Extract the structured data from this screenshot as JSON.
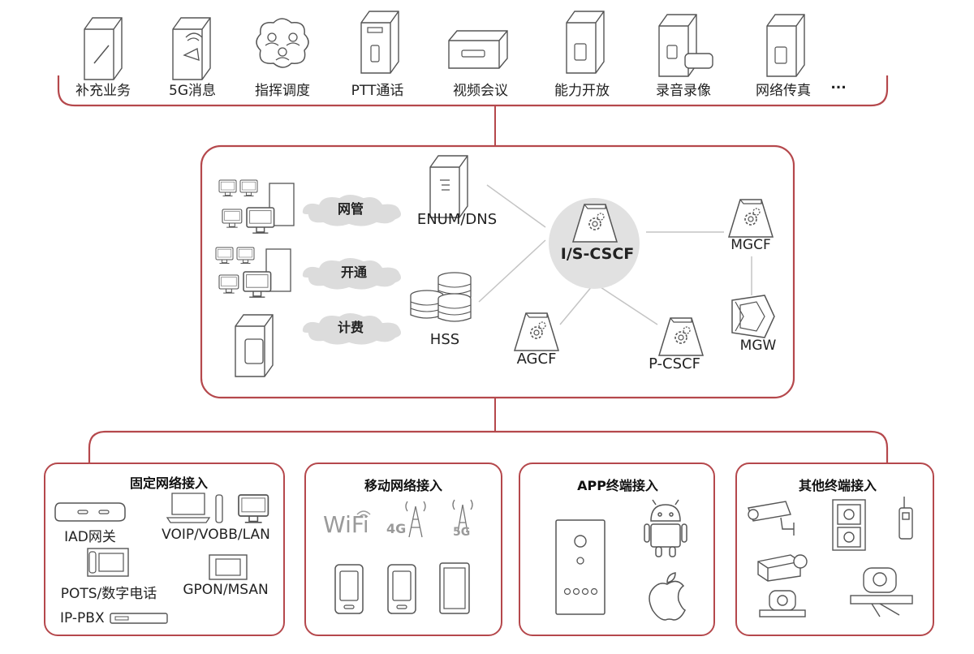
{
  "services": {
    "items": [
      "补充业务",
      "5G消息",
      "指挥调度",
      "PTT通话",
      "视频会议",
      "能力开放",
      "录音录像",
      "网络传真"
    ],
    "more": "..."
  },
  "core": {
    "clouds": [
      "网管",
      "开通",
      "计费"
    ],
    "enum_dns": "ENUM/DNS",
    "hss": "HSS",
    "cscf": "I/S-CSCF",
    "mgcf": "MGCF",
    "mgw": "MGW",
    "agcf": "AGCF",
    "pcscf": "P-CSCF"
  },
  "access": {
    "fixed": {
      "title": "固定网络接入",
      "items": [
        "IAD网关",
        "VOIP/VOBB/LAN",
        "POTS/数字电话",
        "GPON/MSAN",
        "IP-PBX"
      ]
    },
    "mobile": {
      "title": "移动网络接入",
      "wifi": "WiFi",
      "g4": "4G",
      "g5": "5G"
    },
    "app": {
      "title": "APP终端接入"
    },
    "other": {
      "title": "其他终端接入"
    }
  },
  "colors": {
    "frame": "#b5484c",
    "line": "#bbbbbb",
    "icon": "#555555"
  }
}
